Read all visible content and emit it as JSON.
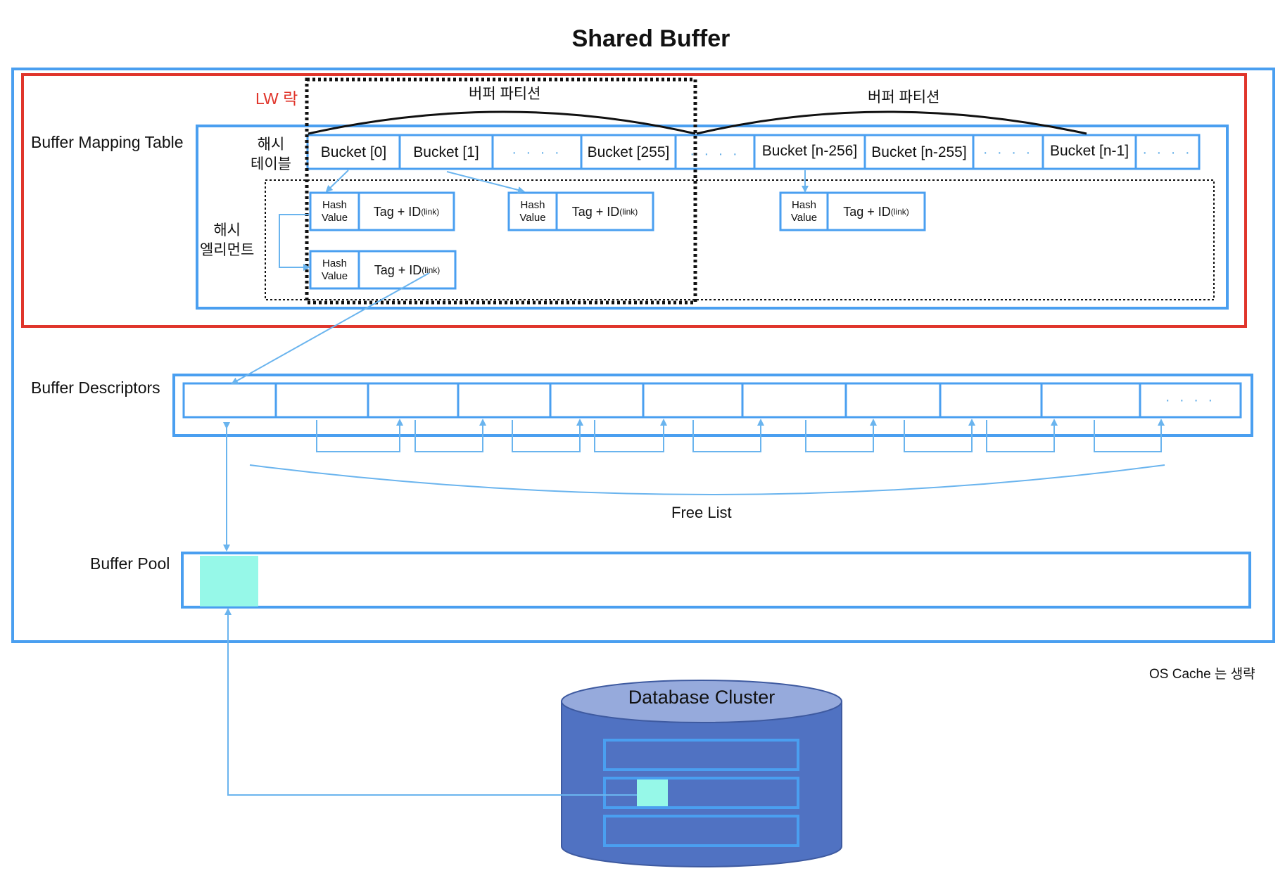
{
  "title": "Shared Buffer",
  "lw_lock_label": "LW 락",
  "partition_labels": [
    "버퍼 파티션",
    "버퍼 파티션"
  ],
  "buffer_mapping_table_label": "Buffer Mapping Table",
  "hash_table_label_1": "해시",
  "hash_table_label_2": "테이블",
  "hash_element_label_1": "해시",
  "hash_element_label_2": "엘리먼트",
  "buckets": [
    "Bucket [0]",
    "Bucket [1]",
    "· · · ·",
    "Bucket [255]",
    "· · · ·",
    "Bucket [n-256]",
    "Bucket [n-255]",
    "· · · ·",
    "Bucket [n-1]",
    "· · · ·"
  ],
  "hash_element": {
    "hash_line1": "Hash",
    "hash_line2": "Value",
    "tag_text": "Tag  +  ID",
    "link_sub": "(link)"
  },
  "buffer_descriptors_label": "Buffer Descriptors",
  "descriptor_ellipsis": "· · · ·",
  "free_list_label": "Free List",
  "buffer_pool_label": "Buffer Pool",
  "os_cache_note": "OS Cache 는 생략",
  "database_cluster_label": "Database Cluster",
  "colors": {
    "blue_border": "#4a9ff0",
    "red_border": "#e0352b",
    "arrow": "#6ab4ee",
    "page_fill": "#96f8e8",
    "cylinder_body": "#5072c2",
    "cylinder_top": "#96aadc",
    "lw_lock_text": "#e0352b"
  }
}
